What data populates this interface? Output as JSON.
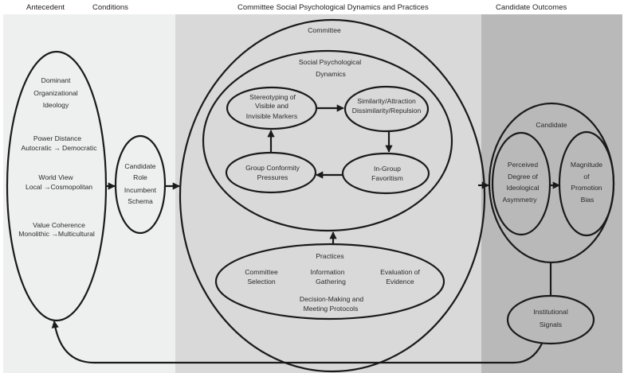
{
  "headers": {
    "antecedent": "Antecedent",
    "conditions": "Conditions",
    "committee_dynamics": "Committee Social Psychological Dynamics and Practices",
    "candidate_outcomes": "Candidate Outcomes"
  },
  "colors": {
    "panel_antecedent": "#eef0ef",
    "panel_committee": "#d9d9d9",
    "panel_outcomes": "#b9b9b9",
    "stroke": "#1a1a1a"
  },
  "antecedent": {
    "lines": [
      "Dominant",
      "Organizational",
      "Ideology",
      "Power Distance",
      "Autocratic → Democratic",
      "World View",
      "Local  →Cosmopolitan",
      "Value Coherence",
      "Monolithic  →Multicultural"
    ]
  },
  "schema": {
    "lines": [
      "Candidate",
      "Role",
      "Incumbent",
      "Schema"
    ]
  },
  "committee": {
    "title": "Committee",
    "dynamics": {
      "title_lines": [
        "Social Psychological",
        "Dynamics"
      ],
      "stereotyping": [
        "Stereotyping of",
        "Visible and",
        "Invisible Markers"
      ],
      "similarity": [
        "Similarity/Attraction",
        "Dissimilarity/Repulsion"
      ],
      "ingroup": [
        "In-Group",
        "Favoritism"
      ],
      "conformity": [
        "Group Conformity",
        "Pressures"
      ]
    },
    "practices": {
      "title": "Practices",
      "selection": [
        "Committee",
        "Selection"
      ],
      "information": [
        "Information",
        "Gathering"
      ],
      "evaluation": [
        "Evaluation of",
        "Evidence"
      ],
      "decision": [
        "Decision-Making and",
        "Meeting Protocols"
      ]
    }
  },
  "candidate": {
    "title": "Candidate",
    "asymmetry": [
      "Perceived",
      "Degree of",
      "Ideological",
      "Asymmetry"
    ],
    "bias": [
      "Magnitude",
      "of",
      "Promotion",
      "Bias"
    ]
  },
  "signals": {
    "lines": [
      "Institutional",
      "Signals"
    ]
  }
}
